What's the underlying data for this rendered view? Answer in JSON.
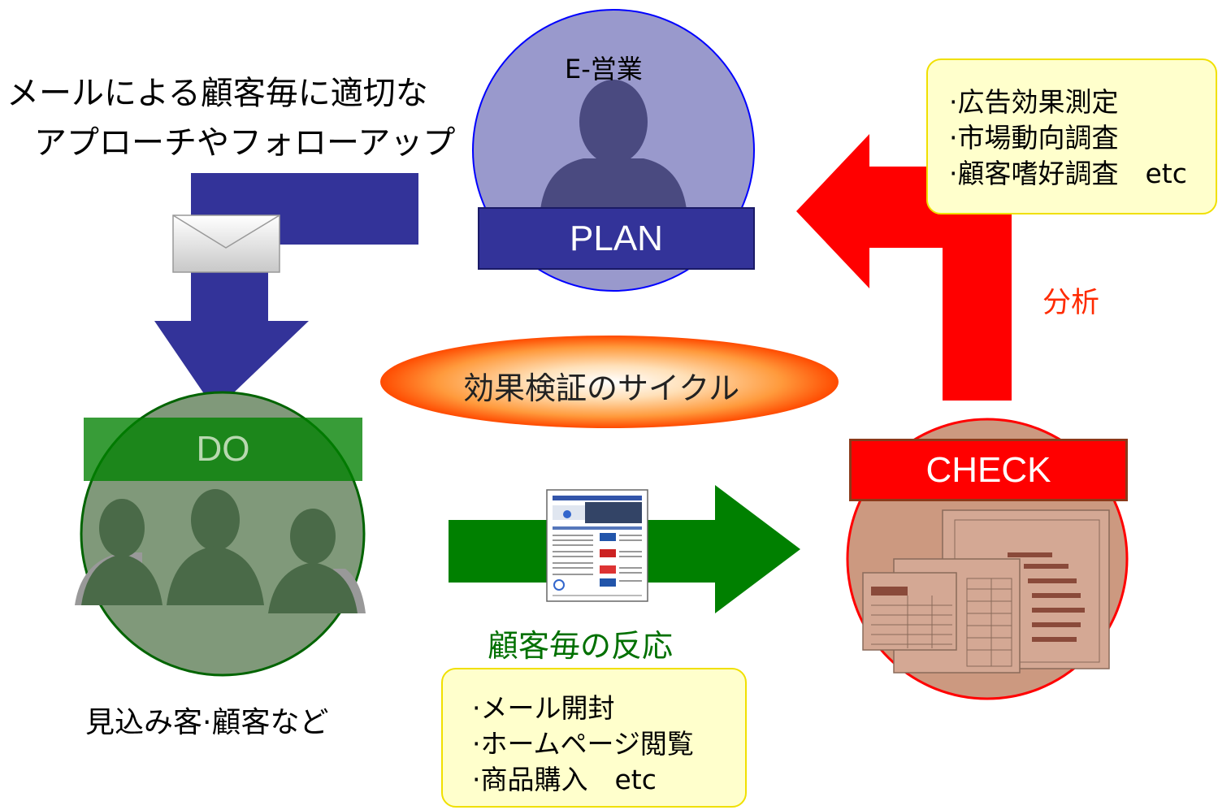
{
  "plan": {
    "title": "E-営業",
    "label": "PLAN"
  },
  "do": {
    "label": "DO",
    "caption": "見込み客·顧客など"
  },
  "check": {
    "label": "CHECK"
  },
  "approach": {
    "line1": "メールによる顧客毎に適切な",
    "line2": "アプローチやフォローアップ"
  },
  "cycle": {
    "label": "効果検証のサイクル"
  },
  "analysis": {
    "label": "分析"
  },
  "reaction": {
    "label": "顧客毎の反応"
  },
  "check_notes": {
    "items": [
      "·広告効果測定",
      "·市場動向調査",
      "·顧客嗜好調査　etc"
    ]
  },
  "reaction_notes": {
    "items": [
      "·メール開封",
      "·ホームページ閲覧",
      "·商品購入　etc"
    ]
  },
  "colors": {
    "plan_navy": "#333399",
    "plan_circle": "#9999cc",
    "do_green": "#008000",
    "check_red": "#ff0000",
    "check_circle": "#cc9980",
    "note_fill": "#ffffcc",
    "note_border": "#f0e000"
  }
}
